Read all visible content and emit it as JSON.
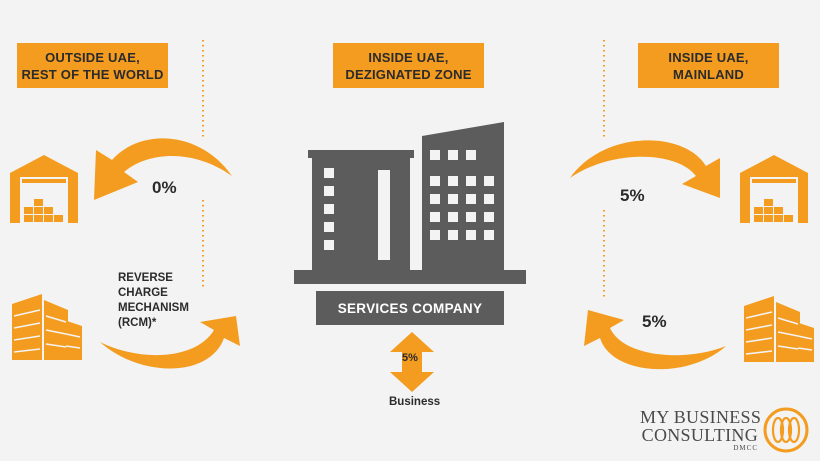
{
  "zones": {
    "left": {
      "line1": "OUTSIDE UAE,",
      "line2": "REST OF THE WORLD"
    },
    "center": {
      "line1": "INSIDE UAE,",
      "line2": "DEZIGNATED ZONE"
    },
    "right": {
      "line1": "INSIDE UAE,",
      "line2": "MAINLAND"
    }
  },
  "rates": {
    "left_export": "0%",
    "right_export": "5%",
    "right_import": "5%",
    "business": "5%"
  },
  "rcm": {
    "line1": "REVERSE",
    "line2": "CHARGE",
    "line3": "MECHANISM",
    "line4": "(RCM)*"
  },
  "services_company": "SERVICES COMPANY",
  "business_label": "Business",
  "brand": {
    "line1": "MY BUSINESS",
    "line2": "CONSULTING",
    "line3": "DMCC"
  },
  "colors": {
    "orange": "#f39c1f",
    "dark_gray": "#5c5c5c",
    "background": "#f3f3f3"
  }
}
